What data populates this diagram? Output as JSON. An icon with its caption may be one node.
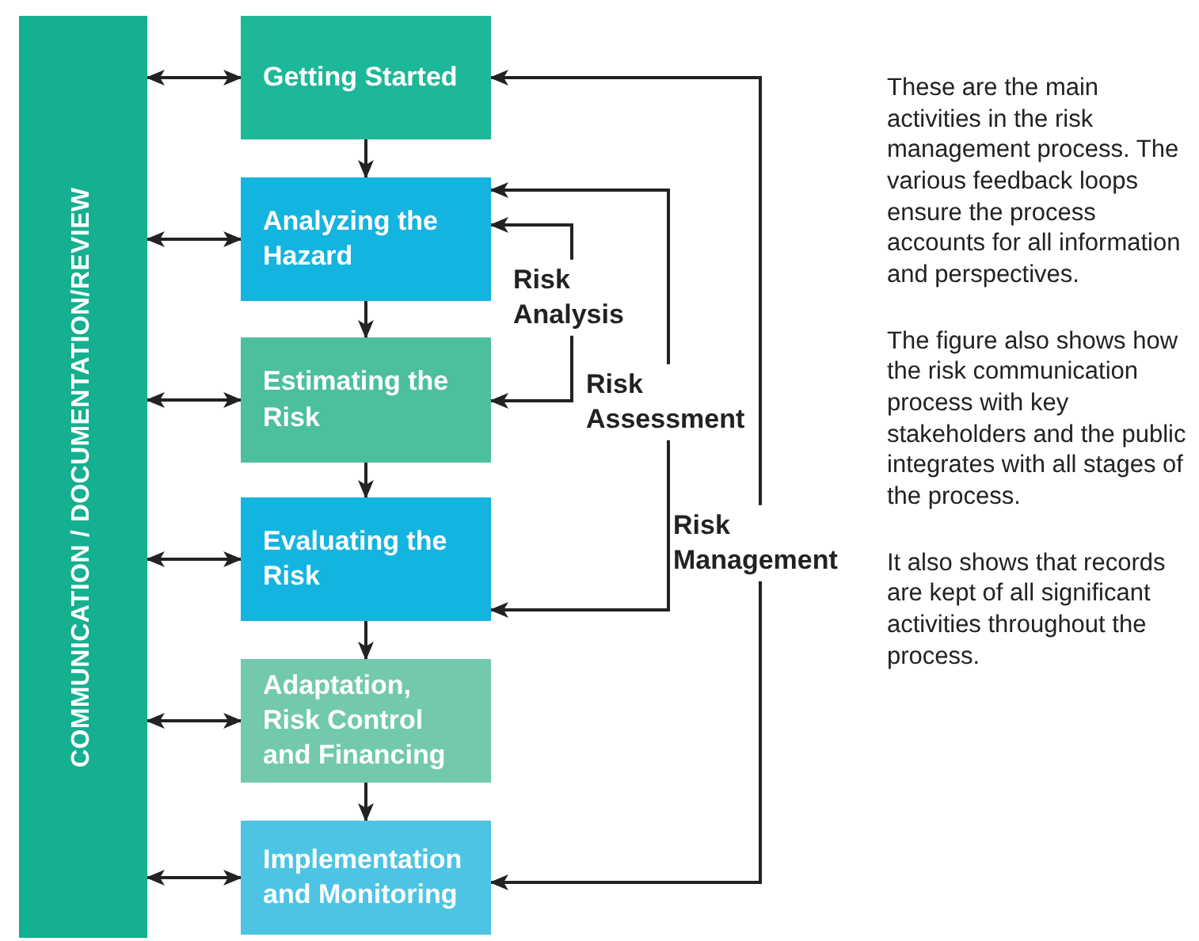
{
  "diagram": {
    "nodes": [
      {
        "text": [
          "COMMUNICATION / DOCUMENTATION/REVIEW"
        ]
      },
      {
        "text": [
          "Getting Started"
        ]
      },
      {
        "text": [
          "Analyzing the Hazard"
        ]
      },
      {
        "text": [
          "Estimating the Risk"
        ]
      },
      {
        "text": [
          "Evaluating the Risk"
        ]
      },
      {
        "text": [
          "Adaptation, Risk Control and Financing"
        ]
      },
      {
        "text": [
          "Implementation and Monitoring"
        ]
      }
    ],
    "edges": [
      {
        "from": 0,
        "to": 1,
        "arrow": "both"
      },
      {
        "from": 0,
        "to": 2,
        "arrow": "both"
      },
      {
        "from": 0,
        "to": 3,
        "arrow": "both"
      },
      {
        "from": 0,
        "to": 4,
        "arrow": "both"
      },
      {
        "from": 0,
        "to": 5,
        "arrow": "both"
      },
      {
        "from": 0,
        "to": 6,
        "arrow": "both"
      },
      {
        "from": 1,
        "to": 2,
        "arrow": "to"
      },
      {
        "from": 2,
        "to": 3,
        "arrow": "to"
      },
      {
        "from": 3,
        "to": 4,
        "arrow": "to"
      },
      {
        "from": 4,
        "to": 5,
        "arrow": "to"
      },
      {
        "from": 5,
        "to": 6,
        "arrow": "to"
      },
      {
        "from": 2,
        "to": 3,
        "arrow": "both",
        "label": "Risk Analysis"
      },
      {
        "from": 2,
        "to": 4,
        "arrow": "both",
        "label": "Risk Assessment"
      },
      {
        "from": 1,
        "to": 6,
        "arrow": "both",
        "label": "Risk Management"
      }
    ],
    "labels": [
      "These are the main activities in the risk management process. The various feedback loops ensure the process accounts for all information and perspectives.",
      "The figure also shows how the risk communication process with key stakeholders and the public integrates with all stages of the process.",
      "It also shows that records are kept of all significant activities throughout the process."
    ]
  }
}
